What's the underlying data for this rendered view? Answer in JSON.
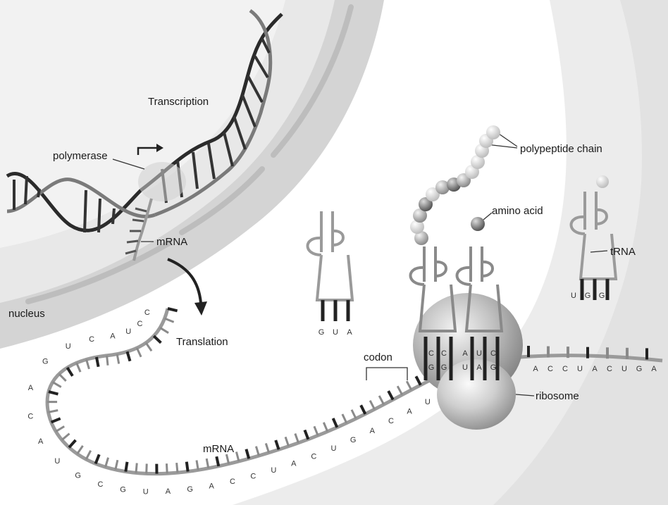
{
  "labels": {
    "transcription": "Transcription",
    "polymerase": "polymerase",
    "mrna_top": "mRNA",
    "nucleus": "nucleus",
    "translation": "Translation",
    "codon": "codon",
    "mrna_bottom": "mRNA",
    "polypeptide_chain": "polypeptide chain",
    "amino_acid": "amino acid",
    "trna": "tRNA",
    "ribosome": "ribosome"
  },
  "sequences": {
    "strand_left": [
      "C",
      "A",
      "U",
      "G",
      "C",
      "G",
      "U",
      "A",
      "G",
      "A"
    ],
    "strand_curve": [
      "C",
      "C",
      "U",
      "A",
      "C",
      "U",
      "G",
      "A",
      "C",
      "A",
      "U",
      "G",
      "C",
      "G",
      "U",
      "A",
      "G",
      "A",
      "C",
      "C",
      "U",
      "A",
      "C",
      "U",
      "G",
      "A",
      "C",
      "A",
      "U"
    ],
    "ribosome_top": [
      "C",
      "C",
      "A",
      "U",
      "C"
    ],
    "ribosome_bottom": [
      "G",
      "G",
      "U",
      "A",
      "G"
    ],
    "exit_strand": [
      "A",
      "C",
      "C",
      "U",
      "A",
      "C",
      "U",
      "G",
      "A"
    ],
    "anticodon_left": [
      "G",
      "U",
      "A"
    ],
    "anticodon_right": [
      "U",
      "G",
      "G"
    ]
  },
  "colors": {
    "background": "#ffffff",
    "cytoplasm": "#eeeeee",
    "nuclear_envelope": "#d2d2d2",
    "nucleus_interior": "#e6e6e6",
    "strand": "#9a9a9a",
    "dna_dark": "#2b2b2b",
    "ribosome": "#b5b5b5",
    "amino_dark": "#7a7a7a",
    "amino_light": "#e2e2e2"
  }
}
